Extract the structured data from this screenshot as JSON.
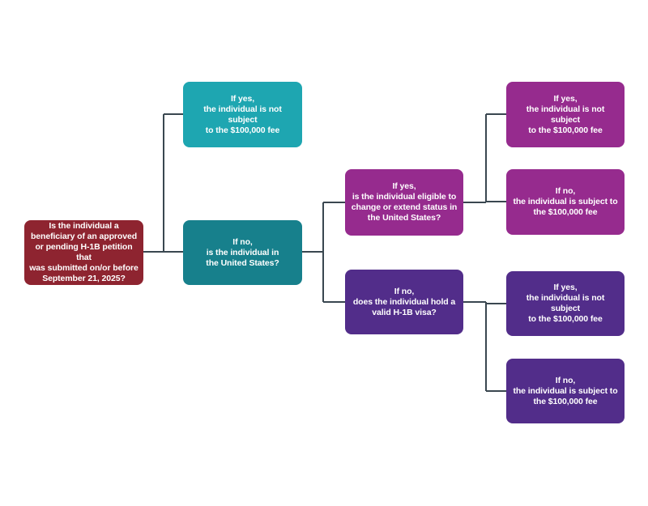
{
  "colors": {
    "root": "#8e2430",
    "teal_light": "#1ea6b1",
    "teal_dark": "#17808c",
    "magenta": "#962b8e",
    "violet": "#522d8a",
    "connector": "#3a4750"
  },
  "nodes": {
    "root": "Is the individual a\nbeneficiary of an approved\nor pending H-1B petition that\nwas submitted on/or before\nSeptember 21, 2025?",
    "yes1": "If yes,\nthe individual is not subject\nto the $100,000 fee",
    "no1": "If no,\nis the individual in\nthe United States?",
    "yes2": "If yes,\nis the individual eligible to\nchange or extend status in\nthe United States?",
    "no2": "If no,\ndoes the individual hold a\nvalid H-1B visa?",
    "yes2_yes": "If yes,\nthe individual is not subject\nto the $100,000 fee",
    "yes2_no": "If no,\nthe individual is subject to\nthe $100,000 fee",
    "no2_yes": "If yes,\nthe individual is not subject\nto the $100,000 fee",
    "no2_no": "If no,\nthe individual is subject to\nthe $100,000 fee"
  }
}
